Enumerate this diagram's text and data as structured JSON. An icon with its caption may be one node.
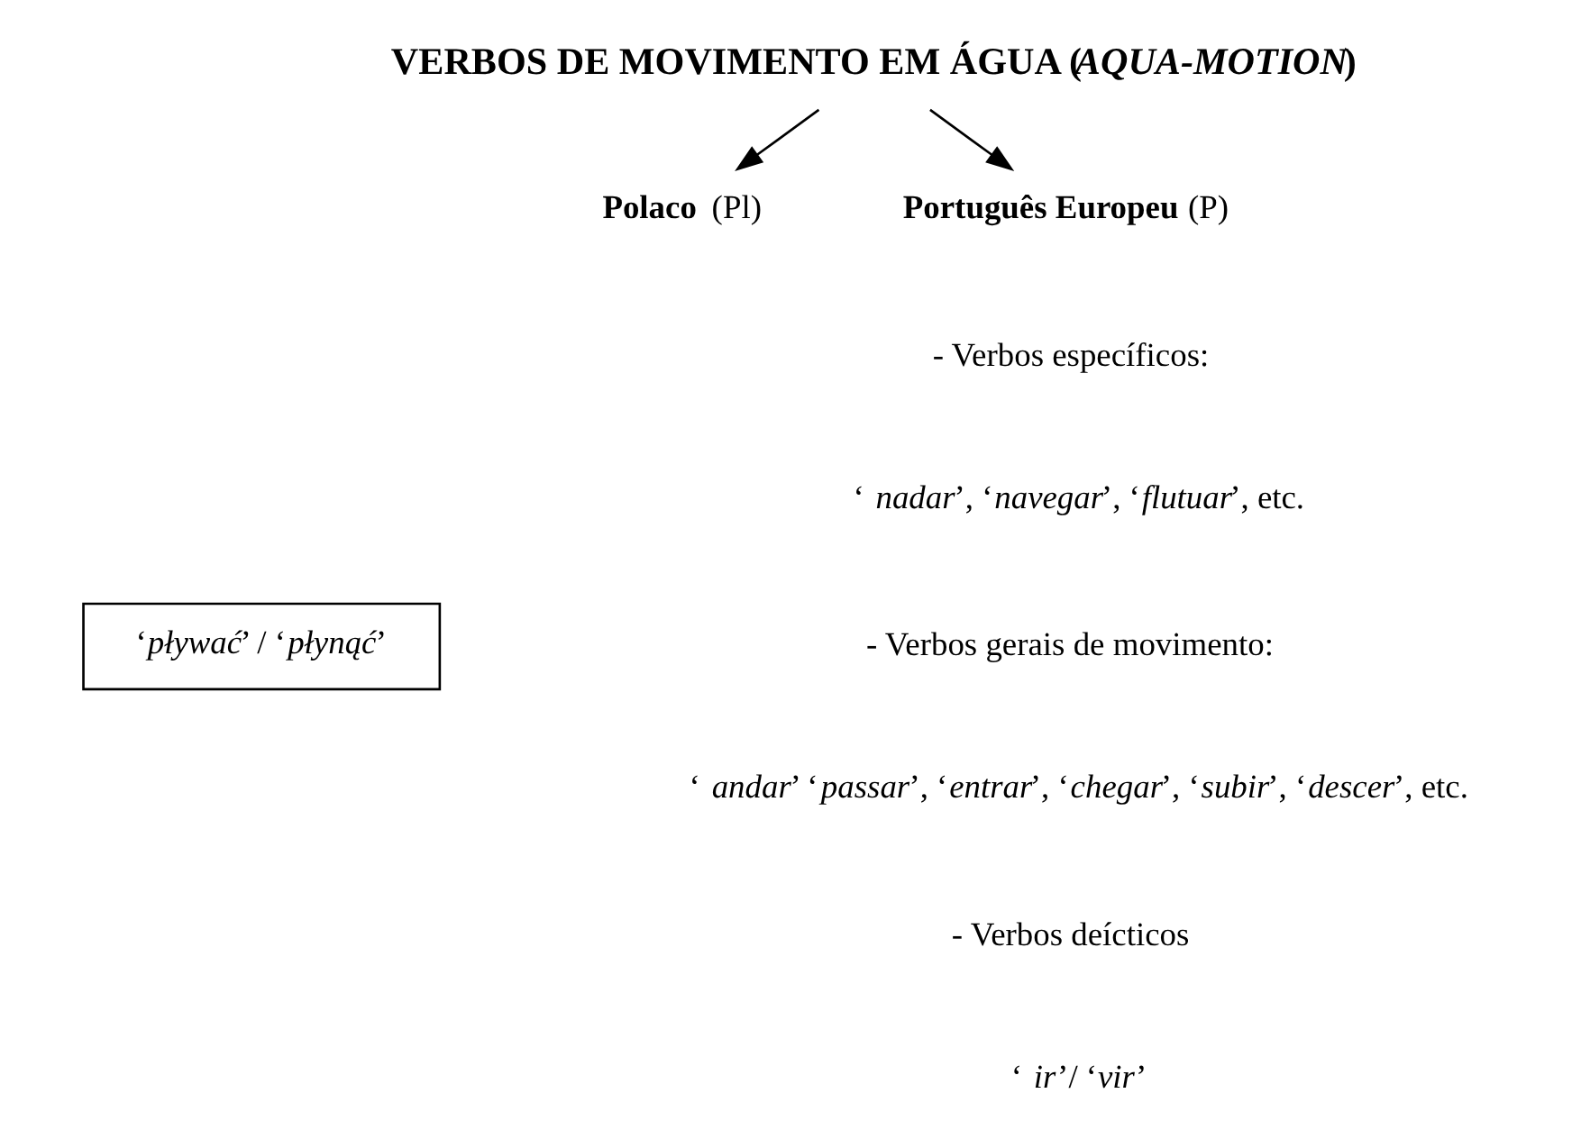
{
  "diagram": {
    "nodes": [
      {
        "text": [
          "VERBOS DE MOVIMENTO EM ÁGUA (*AQUA-MOTION*)"
        ]
      },
      {
        "text": [
          "**Polaco** (Pl)"
        ]
      },
      {
        "text": [
          "**Português Europeu** (P)"
        ]
      },
      {
        "text": [
          "‘*pływać*’ / ‘*płynąć*’"
        ]
      }
    ],
    "edges": [
      {
        "from": 0,
        "to": 1,
        "arrow": "to"
      },
      {
        "from": 0,
        "to": 2,
        "arrow": "to"
      }
    ],
    "labels": [
      "- Verbos específicos:",
      "‘*nadar*’, ‘*navegar*’, ‘*flutuar*’, etc.",
      "- Verbos gerais de movimento:",
      "‘*andar*’ ‘*passar*’, ‘*entrar*’, ‘*chegar*’, ‘*subir*’, ‘*descer*’, etc.",
      "- Verbos deícticos",
      "‘*ir*’/ ‘*vir*’"
    ]
  }
}
